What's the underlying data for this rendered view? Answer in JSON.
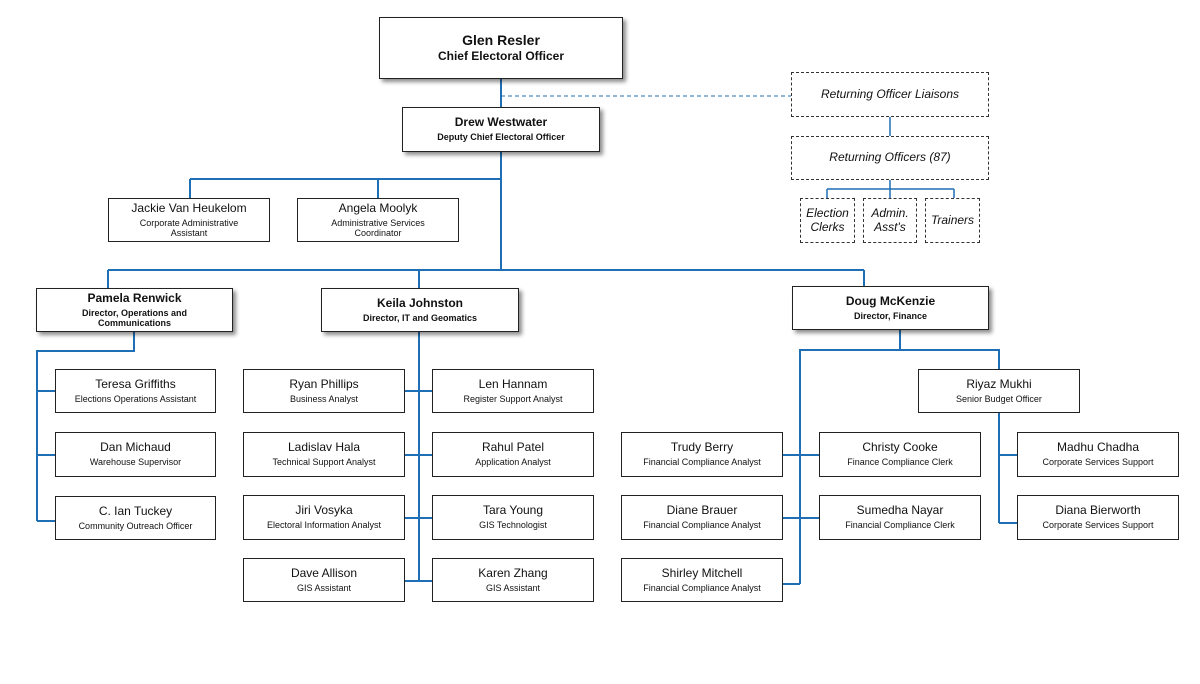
{
  "chief": {
    "name": "Glen Resler",
    "title": "Chief Electoral Officer"
  },
  "deputy": {
    "name": "Drew Westwater",
    "title": "Deputy Chief Electoral Officer"
  },
  "support": [
    {
      "name": "Jackie Van Heukelom",
      "title": "Corporate Administrative Assistant"
    },
    {
      "name": "Angela Moolyk",
      "title": "Administrative Services Coordinator"
    }
  ],
  "returning": {
    "liaisons": "Returning Officer Liaisons",
    "officers": "Returning Officers (87)",
    "staff": [
      {
        "line1": "Election",
        "line2": "Clerks"
      },
      {
        "line1": "Admin.",
        "line2": "Asst's"
      },
      {
        "line1": "Trainers",
        "line2": ""
      }
    ]
  },
  "directors": [
    {
      "name": "Pamela Renwick",
      "title": "Director, Operations and Communications"
    },
    {
      "name": "Keila Johnston",
      "title": "Director, IT and Geomatics"
    },
    {
      "name": "Doug McKenzie",
      "title": "Director, Finance"
    }
  ],
  "operations": [
    {
      "name": "Teresa Griffiths",
      "title": "Elections Operations Assistant"
    },
    {
      "name": "Dan Michaud",
      "title": "Warehouse Supervisor"
    },
    {
      "name": "C. Ian Tuckey",
      "title": "Community Outreach Officer"
    }
  ],
  "it_left": [
    {
      "name": "Ryan Phillips",
      "title": "Business Analyst"
    },
    {
      "name": "Ladislav Hala",
      "title": "Technical Support Analyst"
    },
    {
      "name": "Jiri Vosyka",
      "title": "Electoral Information Analyst"
    },
    {
      "name": "Dave Allison",
      "title": "GIS Assistant"
    }
  ],
  "it_right": [
    {
      "name": "Len Hannam",
      "title": "Register Support Analyst"
    },
    {
      "name": "Rahul Patel",
      "title": "Application Analyst"
    },
    {
      "name": "Tara Young",
      "title": "GIS Technologist"
    },
    {
      "name": "Karen Zhang",
      "title": "GIS Assistant"
    }
  ],
  "finance_left": [
    {
      "name": "Trudy Berry",
      "title": "Financial Compliance Analyst"
    },
    {
      "name": "Diane Brauer",
      "title": "Financial Compliance Analyst"
    },
    {
      "name": "Shirley Mitchell",
      "title": "Financial Compliance Analyst"
    }
  ],
  "finance_mid": [
    {
      "name": "Christy Cooke",
      "title": "Finance Compliance Clerk"
    },
    {
      "name": "Sumedha Nayar",
      "title": "Financial Compliance Clerk"
    }
  ],
  "budget": {
    "name": "Riyaz Mukhi",
    "title": "Senior Budget Officer"
  },
  "budget_staff": [
    {
      "name": "Madhu Chadha",
      "title": "Corporate Services Support"
    },
    {
      "name": "Diana Bierworth",
      "title": "Corporate Services Support"
    }
  ],
  "colors": {
    "line": "#1f6fb6",
    "border": "#222222"
  }
}
